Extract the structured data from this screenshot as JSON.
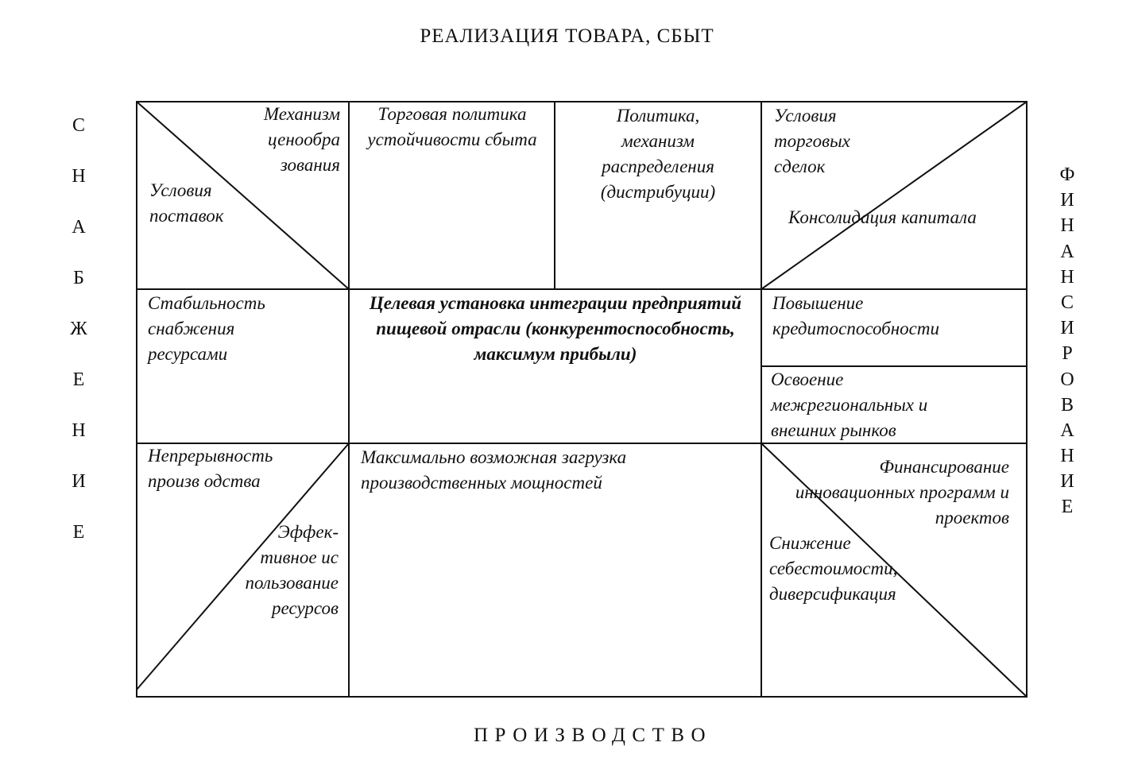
{
  "top_label": "РЕАЛИЗАЦИЯ ТОВАРА, СБЫТ",
  "bottom_label": "ПРОИЗВОДСТВО",
  "left_label": [
    "С",
    "Н",
    "А",
    "Б",
    "Ж",
    "Е",
    "Н",
    "И",
    "Е"
  ],
  "right_label": [
    "Ф",
    "И",
    "Н",
    "А",
    "Н",
    "С",
    "И",
    "Р",
    "О",
    "В",
    "А",
    "Н",
    "И",
    "Е"
  ],
  "cells": {
    "top_left_upper": "Механизм ценообра зования",
    "top_left_lower": "Условия поставок",
    "top_mid_1": "Торговая политика устойчивости сбыта",
    "top_mid_2": "Политика, механизм распределения (дистрибуции)",
    "top_right_upper": "Условия торговых сделок",
    "top_right_lower": "Консолидация капитала",
    "mid_left": "Стабильность снабжения ресурсами",
    "center": "Целевая установка интеграции предприятий пищевой отрасли (конкурентоспособность, максимум прибыли)",
    "mid_right_1": "Повышение кредитоспособности",
    "mid_right_2": "Освоение межрегиональных и внешних рынков",
    "bottom_left_upper": "Непрерывность произв одства",
    "bottom_left_lower": "Эффек- тивное ис пользование ресурсов",
    "bottom_mid": "Максимально возможная загрузка производственных мощностей",
    "bottom_right_upper": "Финансирование инновационных программ и проектов",
    "bottom_right_lower": "Снижение себестоимости, диверсификация"
  }
}
